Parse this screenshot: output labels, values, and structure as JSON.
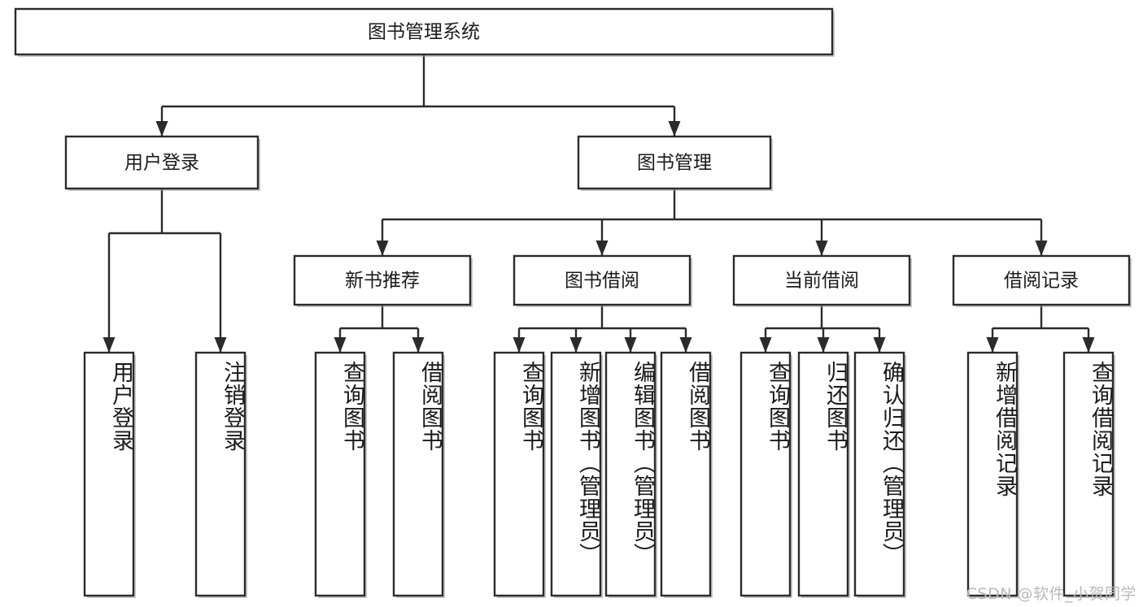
{
  "diagram": {
    "title": "图书管理系统",
    "type": "tree",
    "orientation": "top-down",
    "colors": {
      "box_stroke": "#2b2b2b",
      "box_fill": "#ffffff",
      "line": "#2b2b2b",
      "text": "#1a1a1a",
      "watermark": "#b9b9b9",
      "background": "#ffffff"
    },
    "root": {
      "id": "root",
      "label": "图书管理系统",
      "orient": "horizontal"
    },
    "level2": [
      {
        "id": "user-login",
        "label": "用户登录",
        "orient": "horizontal"
      },
      {
        "id": "book-manage",
        "label": "图书管理",
        "orient": "horizontal"
      }
    ],
    "level3": [
      {
        "id": "new-book-recommend",
        "label": "新书推荐",
        "orient": "horizontal",
        "parent": "book-manage"
      },
      {
        "id": "book-borrow",
        "label": "图书借阅",
        "orient": "horizontal",
        "parent": "book-manage"
      },
      {
        "id": "current-borrow",
        "label": "当前借阅",
        "orient": "horizontal",
        "parent": "book-manage"
      },
      {
        "id": "borrow-record",
        "label": "借阅记录",
        "orient": "horizontal",
        "parent": "book-manage"
      }
    ],
    "leaves": [
      {
        "id": "leaf-user-login",
        "label": "用户登录",
        "parent": "user-login",
        "orient": "vertical"
      },
      {
        "id": "leaf-logout-login",
        "label": "注销登录",
        "parent": "user-login",
        "orient": "vertical"
      },
      {
        "id": "leaf-query-book-1",
        "label": "查询图书",
        "parent": "new-book-recommend",
        "orient": "vertical"
      },
      {
        "id": "leaf-borrow-book-1",
        "label": "借阅图书",
        "parent": "new-book-recommend",
        "orient": "vertical"
      },
      {
        "id": "leaf-query-book-2",
        "label": "查询图书",
        "parent": "book-borrow",
        "orient": "vertical"
      },
      {
        "id": "leaf-add-book",
        "label": "新增图书（管理员）",
        "parent": "book-borrow",
        "orient": "vertical"
      },
      {
        "id": "leaf-edit-book",
        "label": "编辑图书（管理员）",
        "parent": "book-borrow",
        "orient": "vertical"
      },
      {
        "id": "leaf-borrow-book-2",
        "label": "借阅图书",
        "parent": "book-borrow",
        "orient": "vertical"
      },
      {
        "id": "leaf-query-book-3",
        "label": "查询图书",
        "parent": "current-borrow",
        "orient": "vertical"
      },
      {
        "id": "leaf-return-book",
        "label": "归还图书",
        "parent": "current-borrow",
        "orient": "vertical"
      },
      {
        "id": "leaf-confirm-return",
        "label": "确认归还（管理员）",
        "parent": "current-borrow",
        "orient": "vertical"
      },
      {
        "id": "leaf-add-record",
        "label": "新增借阅记录",
        "parent": "borrow-record",
        "orient": "vertical"
      },
      {
        "id": "leaf-query-record",
        "label": "查询借阅记录",
        "parent": "borrow-record",
        "orient": "vertical"
      }
    ],
    "watermark": "CSDN @软件_小贺同学"
  }
}
